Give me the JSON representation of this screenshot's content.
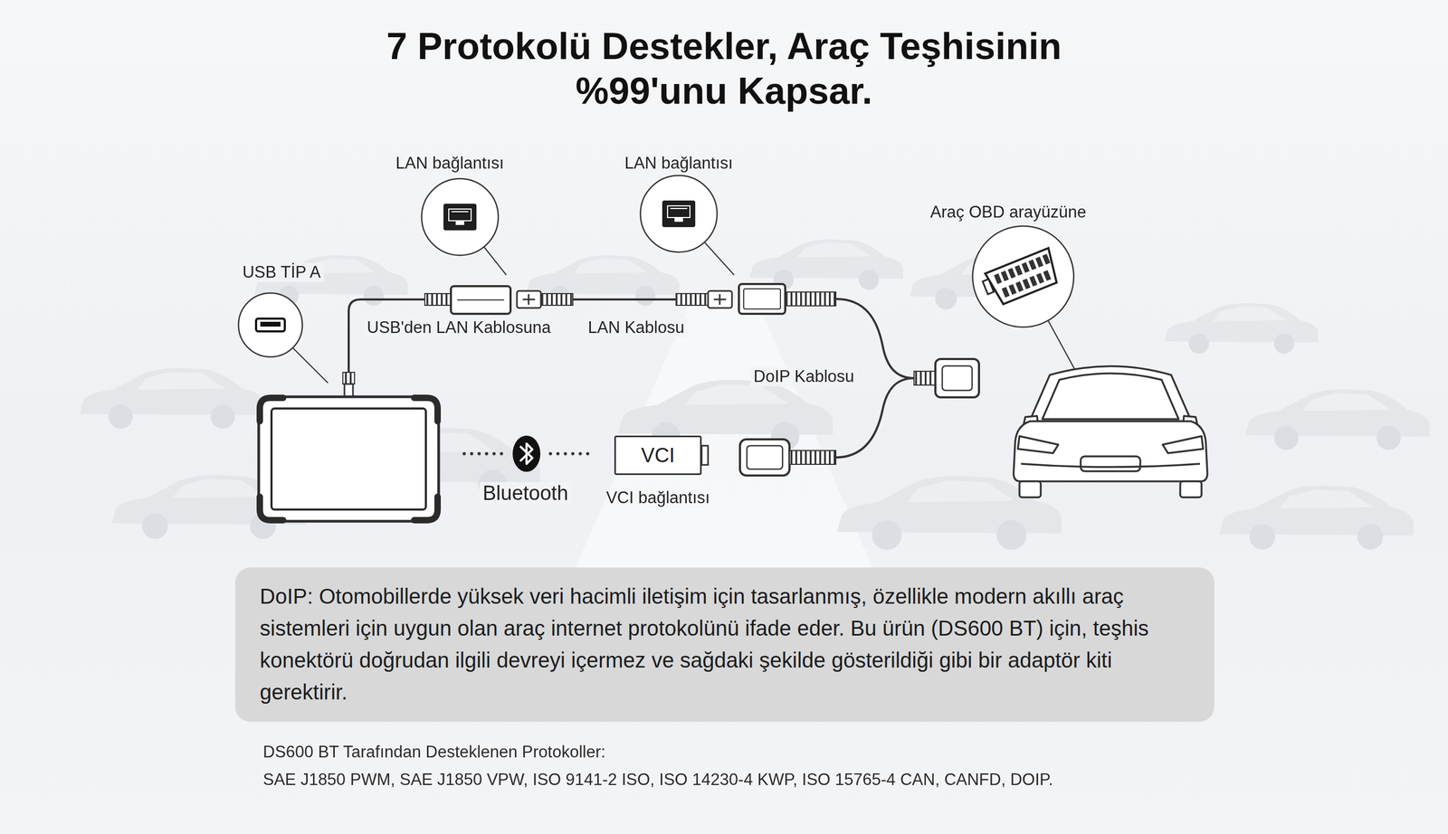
{
  "diagram": {
    "title": "7 Protokolü Destekler, Araç Teşhisinin %99'unu Kapsar.",
    "nodes": [
      {
        "text": [
          "VCI",
          "VCI bağlantısı"
        ]
      },
      {
        "text": [
          "DoIP: Otomobillerde yüksek veri hacimli iletişim için tasarlanmış, özellikle modern akıllı araç sistemleri için uygun olan araç internet protokolünü ifade eder. Bu ürün (DS600 BT) için, teşhis konektörü doğrudan ilgili devreyi içermez ve sağdaki şekilde gösterildiği gibi bir adaptör kiti gerektirir."
        ]
      }
    ],
    "labels": [
      "LAN bağlantısı",
      "LAN bağlantısı",
      "USB TİP A",
      "Araç OBD arayüzüne",
      "USB'den LAN Kablosuna",
      "LAN Kablosu",
      "DoIP Kablosu",
      "Bluetooth",
      "DS600 BT Tarafından Desteklenen Protokoller:",
      "SAE J1850 PWM, SAE J1850 VPW, ISO 9141-2 ISO, ISO 14230-4 KWP, ISO 15765-4 CAN, CANFD, DOIP."
    ]
  }
}
